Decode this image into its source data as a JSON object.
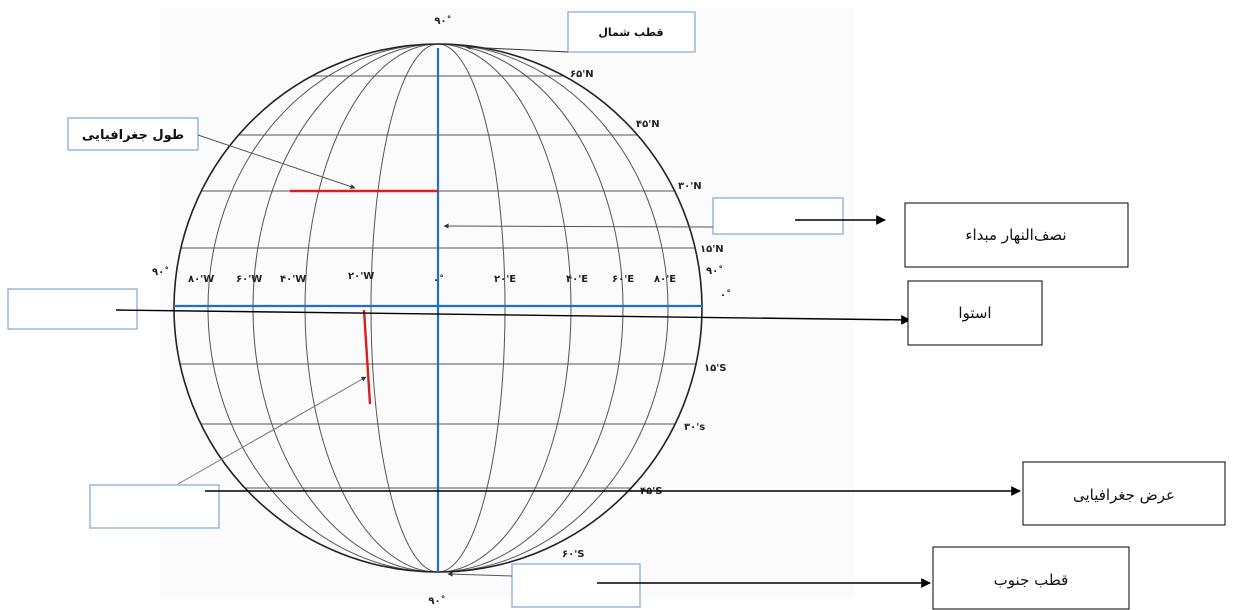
{
  "pole_top_value": "۹۰˚",
  "pole_bottom_value": "۹۰˚",
  "latitude_labels": {
    "n65": "۶۵'N",
    "n45": "۴۵'N",
    "n30": "۳۰'N",
    "n15": "۱۵'N",
    "equator_right_90": "۹۰˚",
    "equator_zero": "۰˚",
    "s15": "۱۵'S",
    "s30": "۳۰'s",
    "s45": "۴۵'S",
    "s60": "۶۰'S"
  },
  "longitude_labels": {
    "w90": "۹۰˚",
    "w80": "۸۰'W",
    "w60": "۶۰'W",
    "w40": "۴۰'W",
    "w20": "۲۰'W",
    "zero": "۰˚",
    "e20": "۲۰'E",
    "e40": "۴۰'E",
    "e60": "۶۰'E",
    "e80": "۸۰'E"
  },
  "terms": {
    "north_pole": "قطب شمال",
    "longitude": "طول جغرافیایی",
    "prime_meridian": "نصف‌النهار مبداء",
    "equator": "استوا",
    "latitude": "عرض جغرافیایی",
    "south_pole": "قطب جنوب"
  },
  "colors": {
    "meridian_highlight": "#1e6fd0",
    "equator_highlight": "#1e6fd0",
    "example_marker": "#d62020",
    "empty_box_border": "#7fa6d6",
    "grid_line": "#555555"
  }
}
